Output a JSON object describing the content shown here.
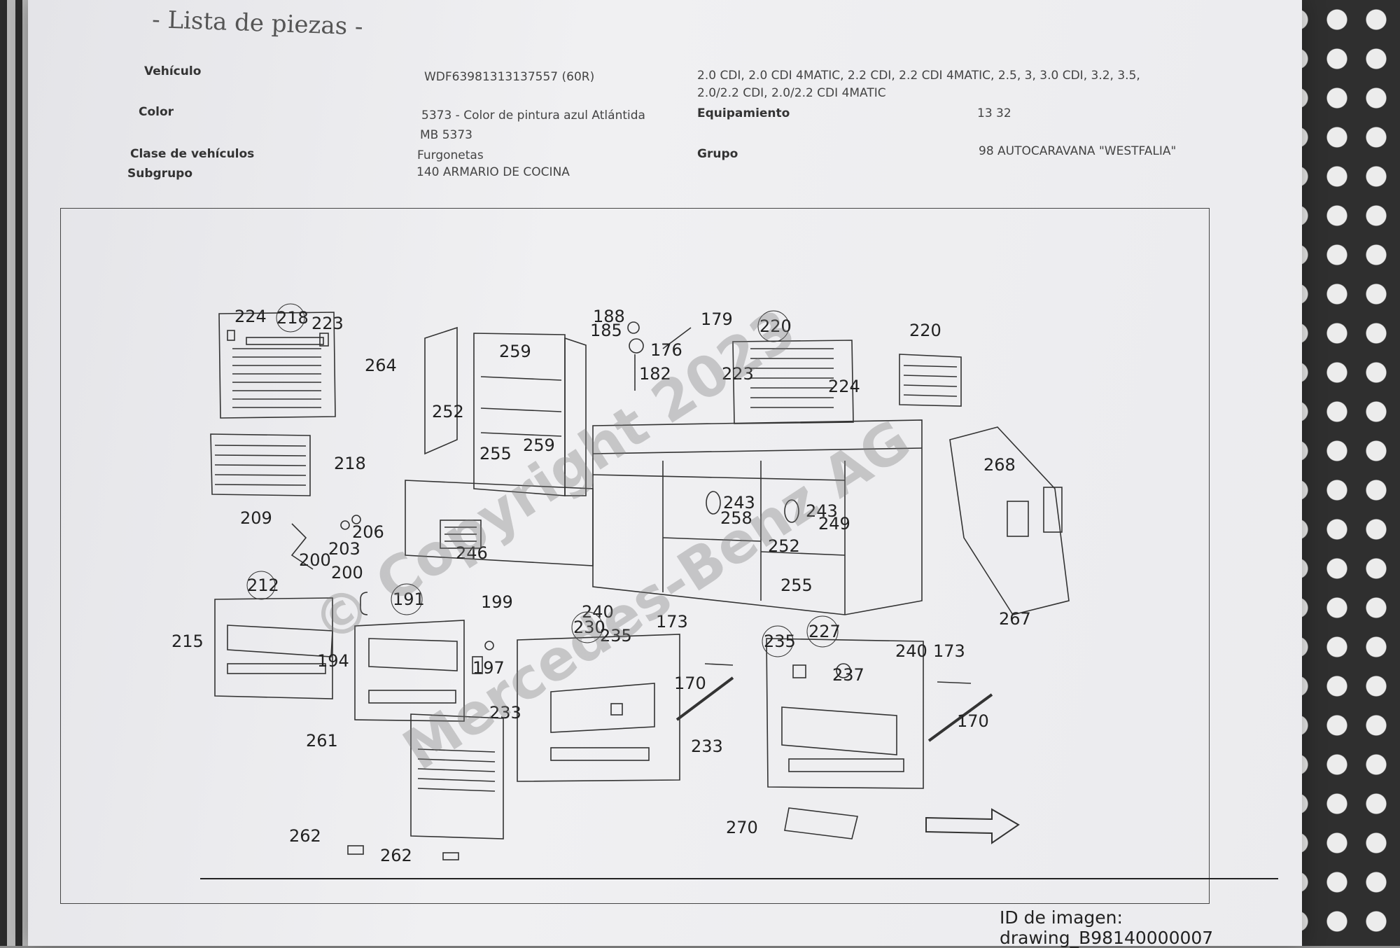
{
  "document": {
    "title": "- Lista de piezas -",
    "image_id": "ID de imagen: drawing_B98140000007"
  },
  "info": {
    "vehiculo_label": "Vehículo",
    "vehiculo_value": "WDF63981313137557 (60R)",
    "engines_line1": "2.0 CDI, 2.0 CDI 4MATIC, 2.2 CDI, 2.2 CDI 4MATIC, 2.5, 3, 3.0 CDI, 3.2, 3.5,",
    "engines_line2": "2.0/2.2 CDI, 2.0/2.2 CDI 4MATIC",
    "color_label": "Color",
    "color_value_line1": "5373 - Color de pintura azul Atlántida",
    "color_value_line2": "MB 5373",
    "equipamiento_label": "Equipamiento",
    "equipamiento_value": "13 32",
    "clase_label": "Clase de vehículos",
    "clase_value": "Furgonetas",
    "grupo_label": "Grupo",
    "grupo_value": "98 AUTOCARAVANA \"WESTFALIA\"",
    "subgrupo_label": "Subgrupo",
    "subgrupo_value": "140 ARMARIO DE COCINA"
  },
  "watermark": {
    "copyright": "© Copyright 2023",
    "brand": "Mercedes-Benz AG"
  },
  "callouts": {
    "c224a": "224",
    "c218a": "218",
    "c223a": "223",
    "c264": "264",
    "c259a": "259",
    "c252a": "252",
    "c255a": "255",
    "c259b": "259",
    "c188": "188",
    "c185": "185",
    "c179": "179",
    "c176": "176",
    "c182": "182",
    "c220a": "220",
    "c223b": "223",
    "c224b": "224",
    "c220b": "220",
    "c218b": "218",
    "c209": "209",
    "c206": "206",
    "c203": "203",
    "c200a": "200",
    "c200b": "200",
    "c246": "246",
    "c243a": "243",
    "c258": "258",
    "c243b": "243",
    "c249": "249",
    "c252b": "252",
    "c255b": "255",
    "c268": "268",
    "c267": "267",
    "c212": "212",
    "c215": "215",
    "c191": "191",
    "c194": "194",
    "c199": "199",
    "c197": "197",
    "c240a": "240",
    "c230": "230",
    "c235a": "235",
    "c173a": "173",
    "c170a": "170",
    "c233a": "233",
    "c235b": "235",
    "c227": "227",
    "c237": "237",
    "c240b": "240",
    "c173b": "173",
    "c170b": "170",
    "c233b": "233",
    "c261": "261",
    "c262a": "262",
    "c262b": "262",
    "c270": "270"
  }
}
